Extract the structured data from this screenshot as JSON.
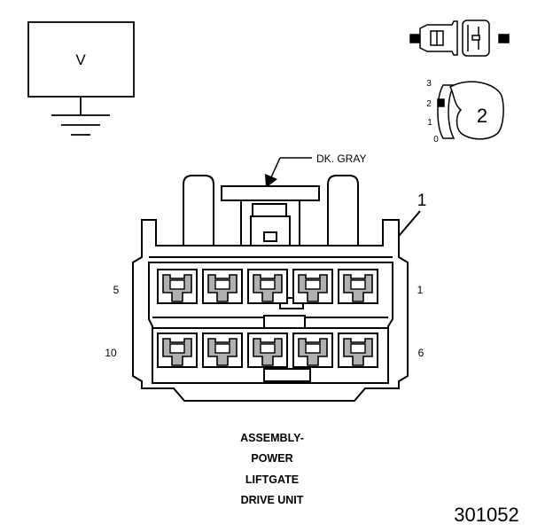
{
  "voltage_symbol": {
    "label": "V"
  },
  "connector": {
    "color_label": "DK. GRAY",
    "callout_number": "1",
    "pin_top_left": "5",
    "pin_top_right": "1",
    "pin_bottom_left": "10",
    "pin_bottom_right": "6"
  },
  "lock_icon": {
    "positions": [
      "3",
      "2",
      "1",
      "0"
    ],
    "number": "2"
  },
  "description": {
    "lines": [
      "ASSEMBLY-",
      "POWER",
      "LIFTGATE",
      "DRIVE UNIT"
    ]
  },
  "figure_number": "301052",
  "colors": {
    "line": "#000000",
    "background": "#ffffff",
    "cavity": "#b0b0b0"
  }
}
